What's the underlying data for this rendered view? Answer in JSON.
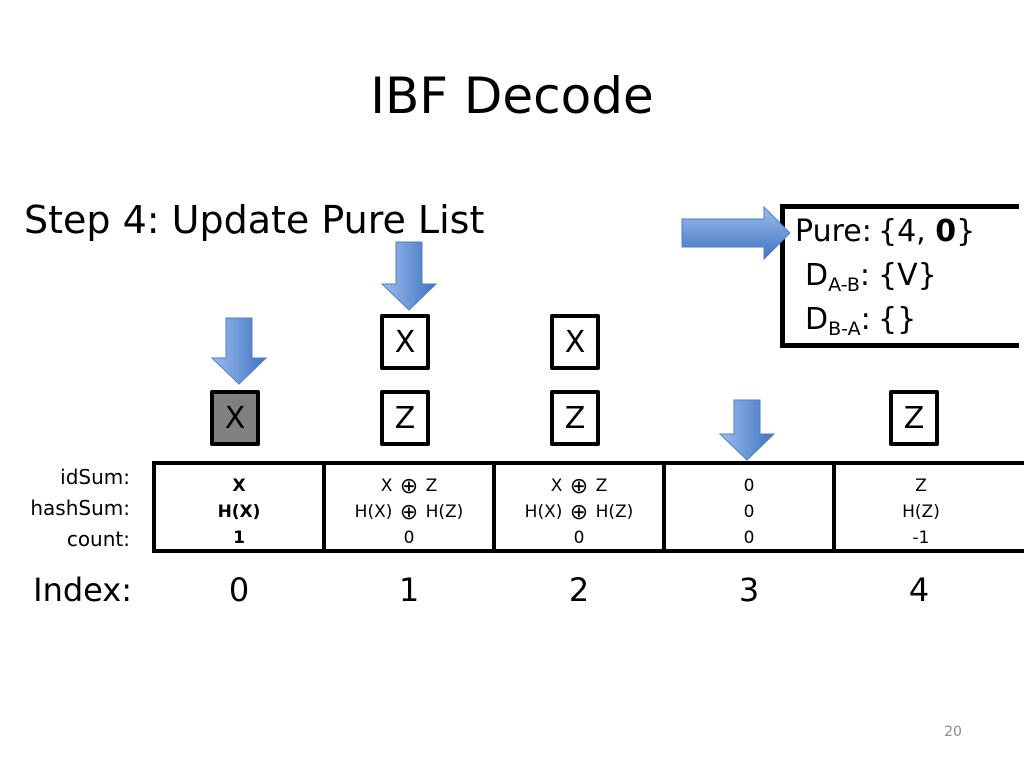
{
  "slide": {
    "title": "IBF Decode",
    "step": "Step 4: Update Pure List",
    "page_number": "20"
  },
  "colors": {
    "arrow": "#5b8ed8",
    "highlight_fill": "#808080"
  },
  "sets": {
    "pure_name": "Pure:",
    "pure_value_prefix": "{4, ",
    "pure_value_bold": "0",
    "pure_value_suffix": "}",
    "dab_base": "D",
    "dab_sub": "A-B",
    "dab_sep": ":",
    "dab_value": "{V}",
    "dba_base": "D",
    "dba_sub": "B-A",
    "dba_sep": ":",
    "dba_value": "{}"
  },
  "row_labels": {
    "idsum": "idSum:",
    "hashsum": "hashSum:",
    "count": "count:",
    "index": "Index:"
  },
  "elements": {
    "col0_bottom": "X",
    "col1_top": "X",
    "col1_bottom": "Z",
    "col2_top": "X",
    "col2_bottom": "Z",
    "col4_bottom": "Z"
  },
  "cells": [
    {
      "index": "0",
      "id": "X",
      "hash": "H(X)",
      "count": "1"
    },
    {
      "index": "1",
      "id_a": "X",
      "id_b": "Z",
      "hash_a": "H(X)",
      "hash_b": "H(Z)",
      "count": "0"
    },
    {
      "index": "2",
      "id_a": "X",
      "id_b": "Z",
      "hash_a": "H(X)",
      "hash_b": "H(Z)",
      "count": "0"
    },
    {
      "index": "3",
      "id": "0",
      "hash": "0",
      "count": "0"
    },
    {
      "index": "4",
      "id": "Z",
      "hash": "H(Z)",
      "count": "-1"
    }
  ],
  "operator": "⊕"
}
